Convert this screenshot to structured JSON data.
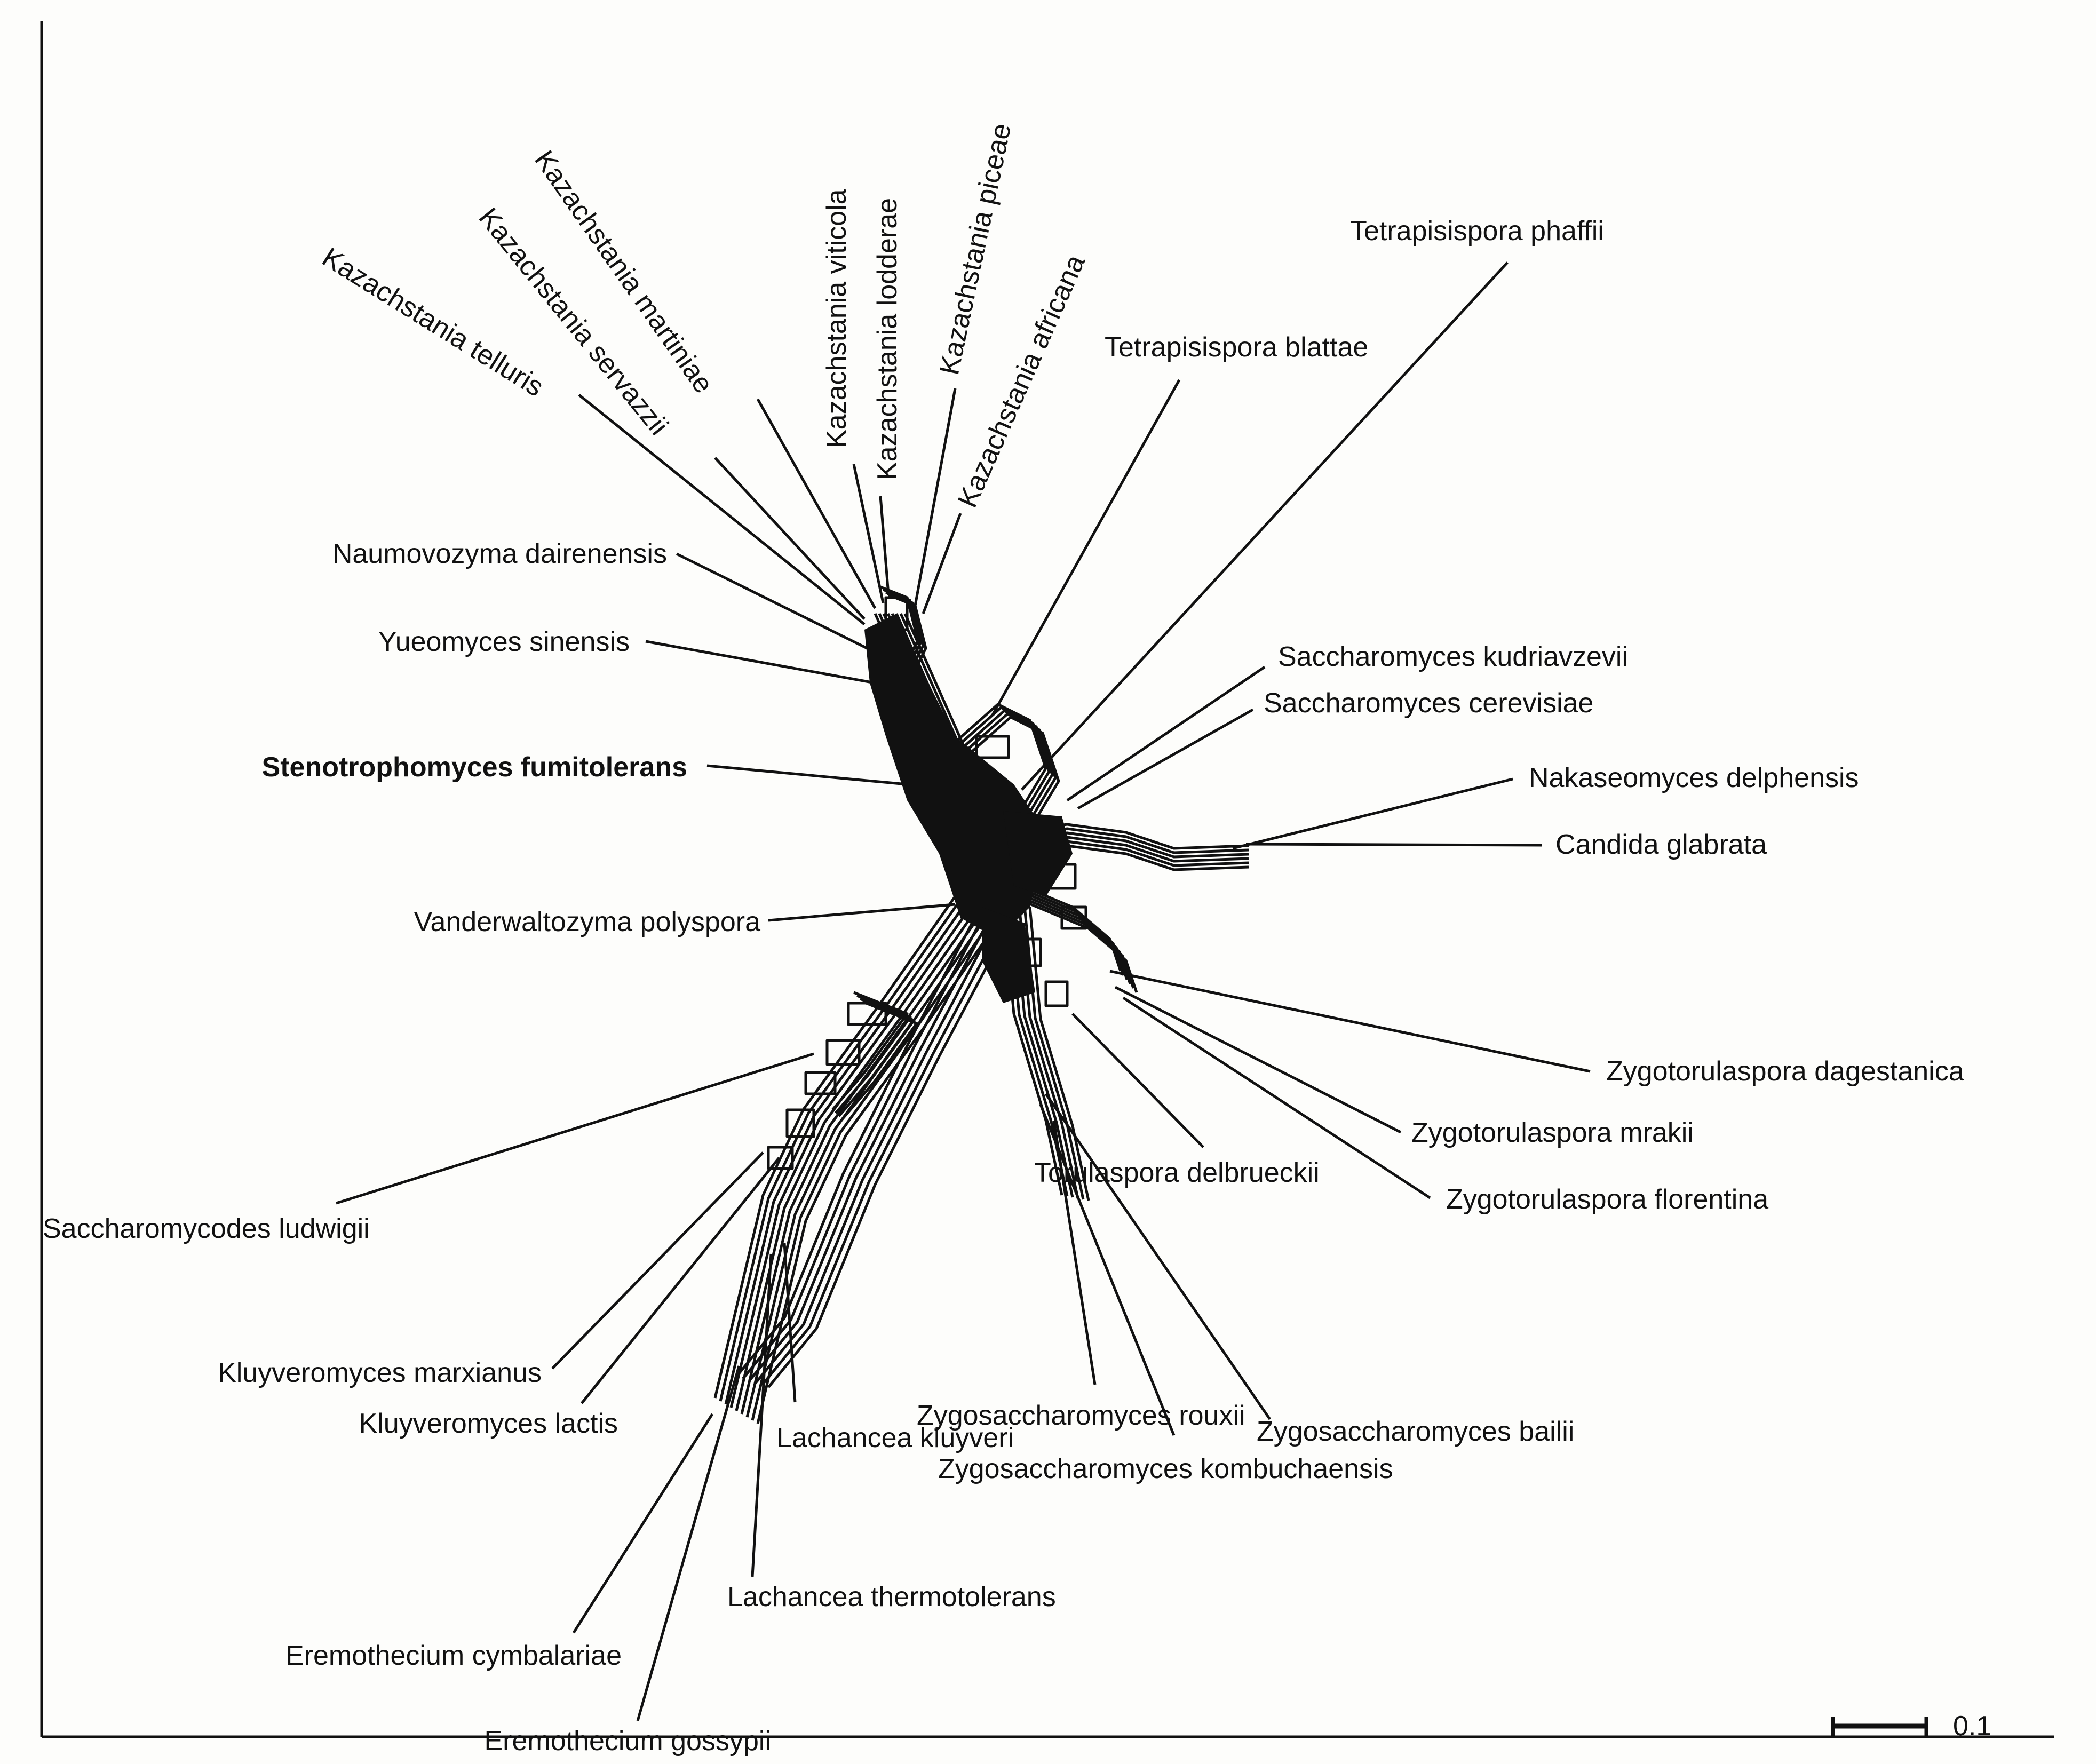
{
  "figure": {
    "labels": {
      "kaz_telluris": "Kazachstania telluris",
      "kaz_servazzii": "Kazachstania servazzii",
      "kaz_martiniae": "Kazachstania martiniae",
      "kaz_viticola": "Kazachstania viticola",
      "kaz_lodderae": "Kazachstania lodderae",
      "kaz_piceae": "Kazachstania piceae",
      "kaz_africana": "Kazachstania africana",
      "tet_phaffii": "Tetrapisispora phaffii",
      "tet_blattae": "Tetrapisispora blattae",
      "nau_dairenensis": "Naumovozyma dairenensis",
      "yue_sinensis": "Yueomyces sinensis",
      "ste_fumitolerans": "Stenotrophomyces fumitolerans",
      "van_polyspora": "Vanderwaltozyma polyspora",
      "sac_kudriavzevii": "Saccharomyces kudriavzevii",
      "sac_cerevisiae": "Saccharomyces cerevisiae",
      "nak_delphensis": "Nakaseomyces delphensis",
      "can_glabrata": "Candida glabrata",
      "zyt_dagestanica": "Zygotorulaspora dagestanica",
      "zyt_mrakii": "Zygotorulaspora mrakii",
      "zyt_florentina": "Zygotorulaspora florentina",
      "tor_delbrueckii": "Torulaspora delbrueckii",
      "scd_ludwigii": "Saccharomycodes ludwigii",
      "klu_marxianus": "Kluyveromyces marxianus",
      "klu_lactis": "Kluyveromyces lactis",
      "lac_kluyveri": "Lachancea kluyveri",
      "zys_rouxii": "Zygosaccharomyces rouxii",
      "zys_bailii": "Zygosaccharomyces bailii",
      "zys_kombuchaensis": "Zygosaccharomyces kombuchaensis",
      "lac_thermotolerans": "Lachancea thermotolerans",
      "ere_cymbalariae": "Eremothecium cymbalariae",
      "ere_gossypii": "Eremothecium gossypii"
    },
    "scale_bar": {
      "label": "0.1"
    }
  }
}
